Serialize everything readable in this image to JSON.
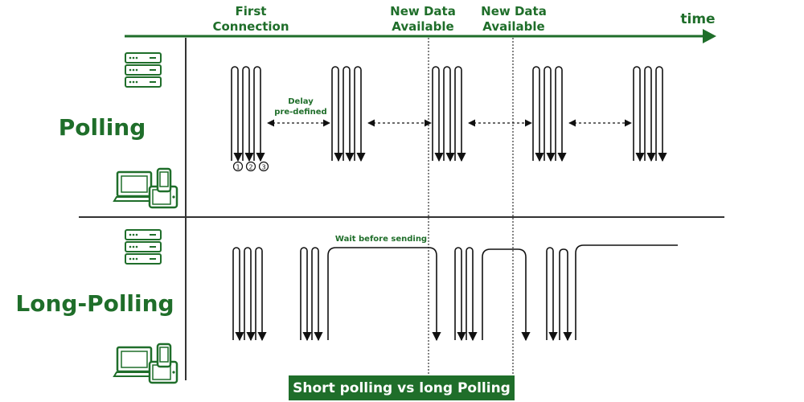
{
  "colors": {
    "green": "#1f6e2a",
    "dark": "#111111"
  },
  "timeline": {
    "label": "time"
  },
  "events": [
    {
      "label_line1": "First",
      "label_line2": "Connection"
    },
    {
      "label_line1": "New Data",
      "label_line2": "Available"
    },
    {
      "label_line1": "New Data",
      "label_line2": "Available"
    }
  ],
  "polling": {
    "title": "Polling",
    "delay_line1": "Delay",
    "delay_line2": "pre-defined",
    "steps": [
      "1",
      "2",
      "3"
    ]
  },
  "long_polling": {
    "title": "Long-Polling",
    "wait_label": "Wait before sending"
  },
  "icons": {
    "server": "server-stack-icon",
    "clients": "laptop-tablet-phone-icon"
  },
  "caption": "Short polling vs long Polling"
}
